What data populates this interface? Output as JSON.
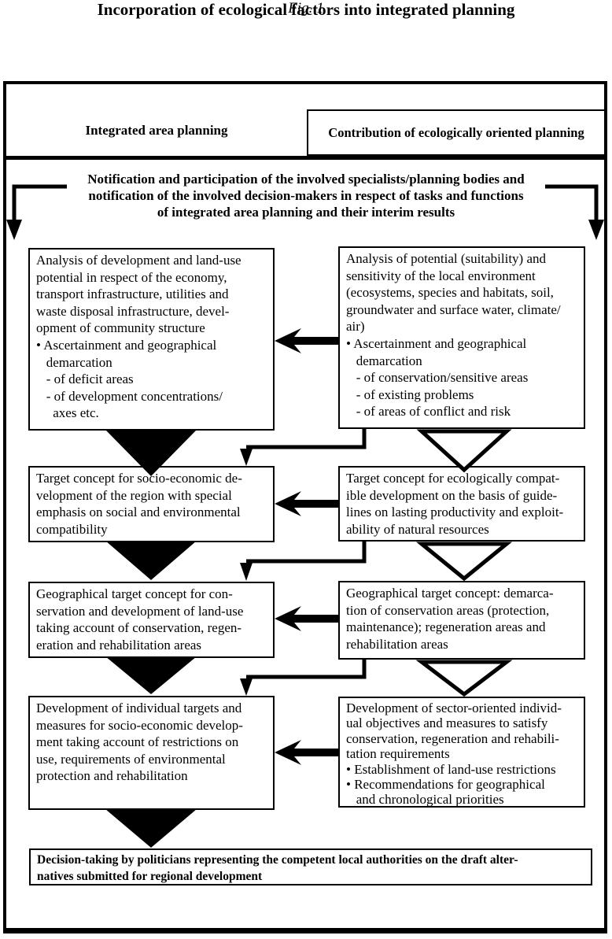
{
  "figure": {
    "label": "Fig. 1",
    "title": "Incorporation of ecological factors into integrated planning"
  },
  "columns": {
    "left_header": "Integrated area planning",
    "right_header": "Contribution of ecologically oriented planning"
  },
  "notification": "Notification and participation of the involved specialists/planning bodies and\nnotification of the involved decision-makers in respect of tasks and functions\nof integrated area planning and their interim results",
  "boxes": {
    "left": [
      "Analysis of development and land-use\npotential in respect of the economy,\ntransport infrastructure, utilities and\nwaste disposal infrastructure, devel-\nopment of community structure\n• Ascertainment and geographical\n   demarcation\n   - of deficit areas\n   - of development concentrations/\n     axes etc.",
      "Target concept for socio-economic de-\nvelopment of the region with special\nemphasis on social and environmental\ncompatibility",
      "Geographical target concept for con-\nservation and development of land-use\ntaking account of conservation, regen-\neration and rehabilitation areas",
      "Development of individual targets and\nmeasures for socio-economic develop-\nment taking account of restrictions on\nuse, requirements of environmental\nprotection and rehabilitation"
    ],
    "right": [
      "Analysis of potential (suitability) and\nsensitivity of the local environment\n(ecosystems, species and habitats, soil,\ngroundwater and surface water, climate/\nair)\n• Ascertainment and geographical\n   demarcation\n   - of conservation/sensitive areas\n   - of existing problems\n   - of areas of conflict and risk",
      "Target concept for ecologically compat-\nible development on the basis of guide-\nlines on lasting productivity and exploit-\nability of natural resources",
      "Geographical target concept: demarca-\ntion of conservation areas (protection,\nmaintenance); regeneration areas and\nrehabilitation areas",
      "Development of sector-oriented individ-\nual objectives and measures to satisfy\nconservation, regeneration and rehabili-\ntation requirements\n• Establishment of land-use restrictions\n• Recommendations for geographical\n   and chronological priorities"
    ],
    "decision": "Decision-taking by politicians representing the competent local authorities on the draft alter-\nnatives submitted for regional development"
  },
  "colors": {
    "ink": "#000000",
    "paper": "#ffffff"
  }
}
